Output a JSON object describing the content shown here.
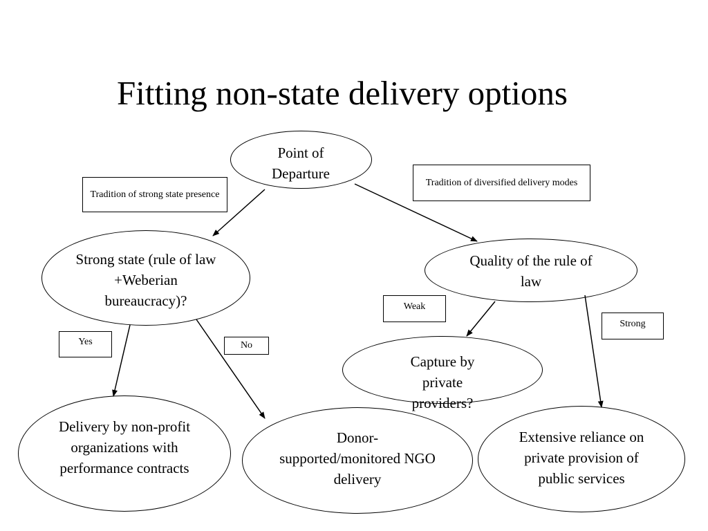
{
  "slide": {
    "title": "Fitting non-state delivery options"
  },
  "nodes": {
    "point_of_departure": "Point of Departure",
    "strong_state": "Strong state (rule of law +Weberian bureaucracy)?",
    "quality_rule_of_law": "Quality of the rule of law",
    "capture_private": "Capture by private providers?",
    "nonprofit_delivery": "Delivery by non-profit organizations with performance contracts",
    "ngo_delivery": "Donor-supported/monitored NGO delivery",
    "private_provision": "Extensive reliance on private provision of public services"
  },
  "labels": {
    "strong_state_presence": "Tradition of strong state presence",
    "diversified_delivery": "Tradition of diversified delivery modes",
    "yes": "Yes",
    "no": "No",
    "weak": "Weak",
    "strong": "Strong"
  },
  "colors": {
    "stroke": "#000000",
    "background": "#ffffff"
  }
}
